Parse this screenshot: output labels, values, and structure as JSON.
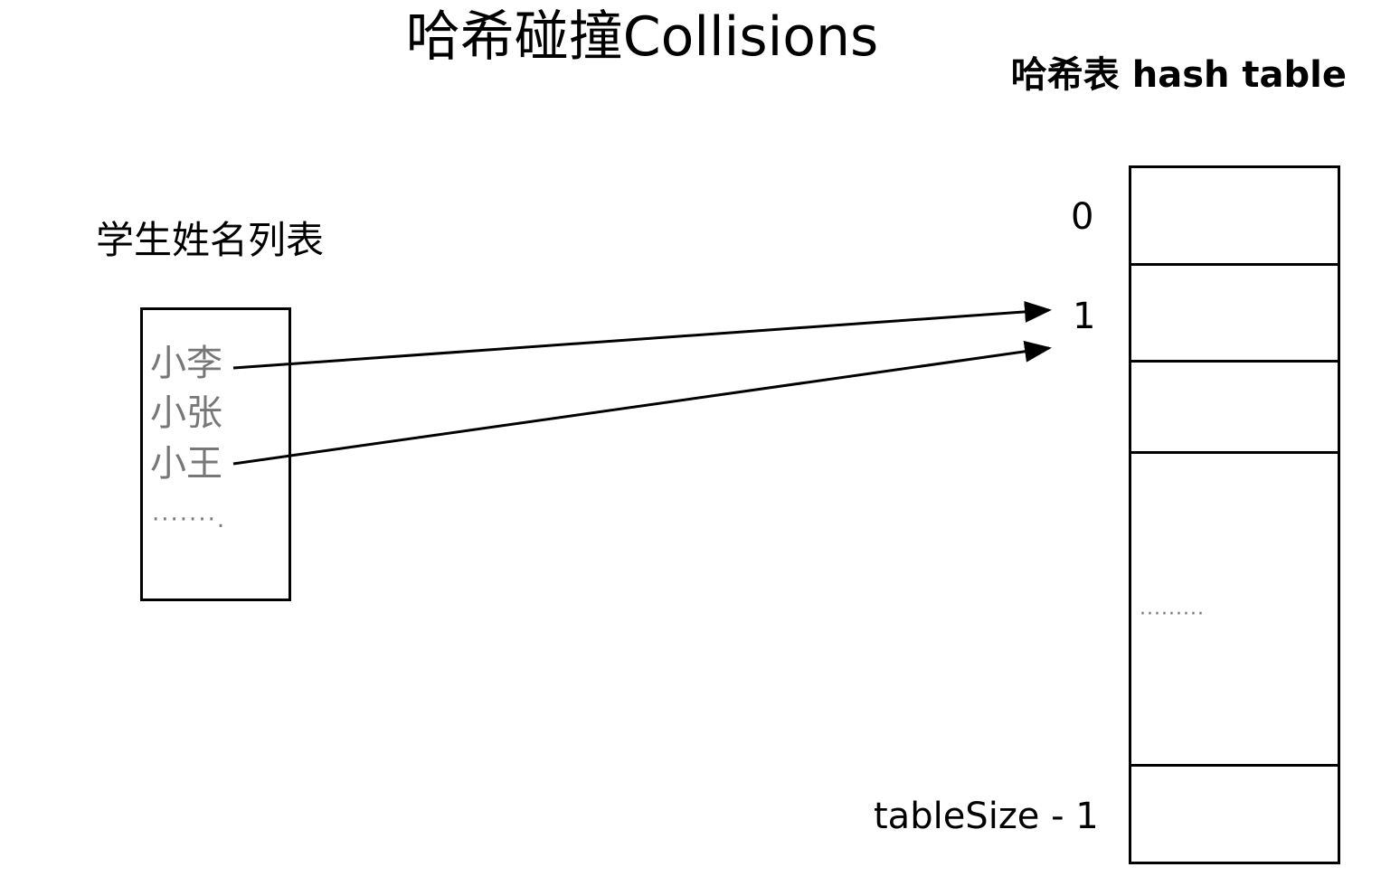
{
  "title": "哈希碰撞Collisions",
  "hash_table": {
    "title": "哈希表 hash table",
    "index_labels": {
      "first": "0",
      "second": "1",
      "last": "tableSize - 1"
    },
    "ellipsis": "·········"
  },
  "student_list": {
    "title": "学生姓名列表",
    "names": [
      "小李",
      "小张",
      "小王"
    ],
    "ellipsis": "·······."
  },
  "arrows": [
    {
      "from": "小李",
      "to": "1"
    },
    {
      "from": "小王",
      "to": "1"
    }
  ]
}
